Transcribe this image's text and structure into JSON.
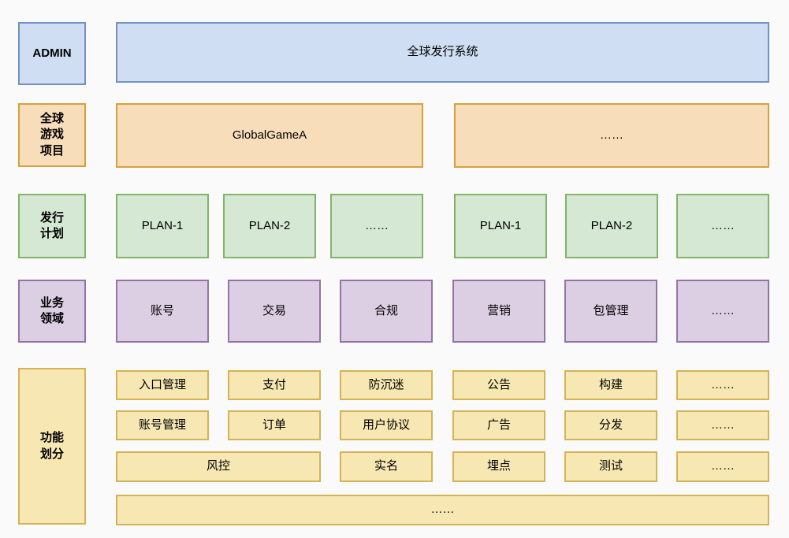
{
  "palette": {
    "blue_fill": "#cfdef2",
    "blue_border": "#7391c4",
    "orange_fill": "#f8ddba",
    "orange_border": "#d6a13c",
    "green_fill": "#d5e8d4",
    "green_border": "#82b366",
    "purple_fill": "#ddcfe3",
    "purple_border": "#9673a6",
    "yellow_fill": "#f7e8b3",
    "yellow_border": "#d2b356",
    "background": "#fafafa",
    "text": "#000000"
  },
  "sidebar": {
    "admin_label": "ADMIN",
    "projects_label": "全球游戏项目",
    "plans_label": "发行计划",
    "domains_label": "业务领域",
    "functions_label": "功能划分"
  },
  "system": {
    "title": "全球发行系统"
  },
  "projects": {
    "items": [
      "GlobalGameA",
      "……"
    ]
  },
  "plans": {
    "group_a": [
      "PLAN-1",
      "PLAN-2",
      "……"
    ],
    "group_b": [
      "PLAN-1",
      "PLAN-2",
      "……"
    ]
  },
  "domains": {
    "items": [
      "账号",
      "交易",
      "合规",
      "营销",
      "包管理",
      "……"
    ]
  },
  "functions": {
    "row1": [
      "入口管理",
      "支付",
      "防沉迷",
      "公告",
      "构建",
      "……"
    ],
    "row2": [
      "账号管理",
      "订单",
      "用户协议",
      "广告",
      "分发",
      "……"
    ],
    "row3": [
      "风控",
      "实名",
      "埋点",
      "测试",
      "……"
    ],
    "row4": "……"
  }
}
